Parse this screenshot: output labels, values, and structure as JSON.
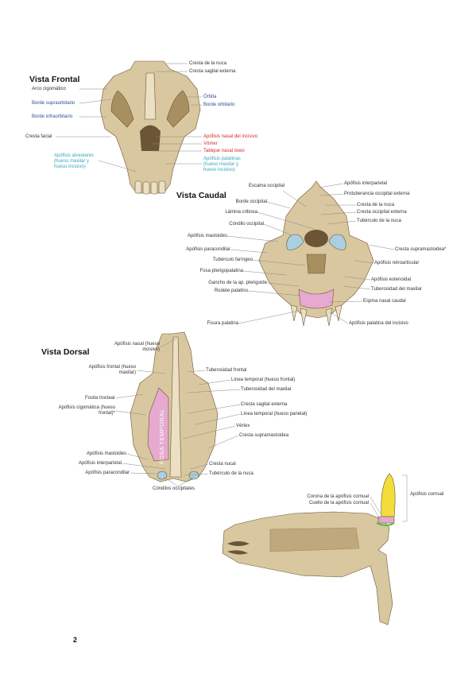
{
  "colors": {
    "bone": "#d9c7a0",
    "bone_dark": "#a88f60",
    "bone_light": "#ece0c4",
    "shadow": "#6b5536",
    "label_text": "#333333",
    "label_blue": "#2e4e9a",
    "label_red": "#d42a2a",
    "label_cyan": "#35a8b8",
    "fossa_pink": "#e6a9cf",
    "horn_yellow": "#f2dd3a",
    "condyle_blue": "#a9cfe0",
    "green_line": "#4cc23a",
    "leader": "#888888"
  },
  "page_number": "2",
  "frontal": {
    "title": "Vista Frontal",
    "labels": [
      {
        "id": "cresta-nuca",
        "text": "Cresta de la nuca",
        "color": "label_text"
      },
      {
        "id": "cresta-sagital",
        "text": "Cresta sagital externa",
        "color": "label_text"
      },
      {
        "id": "arco-cigomatico",
        "text": "Arco cigomático",
        "color": "label_text"
      },
      {
        "id": "borde-supraorbitario",
        "text": "Borde supraorbitario",
        "color": "label_blue"
      },
      {
        "id": "borde-infraorbitario",
        "text": "Borde infraorbitario",
        "color": "label_blue"
      },
      {
        "id": "cresta-facial",
        "text": "Cresta facial",
        "color": "label_text"
      },
      {
        "id": "apofisis-alveolares",
        "text": "Apófisis alveolares (hueso maxilar y hueso incisivo)",
        "color": "label_cyan"
      },
      {
        "id": "orbita",
        "text": "Órbita",
        "color": "label_blue"
      },
      {
        "id": "borde-orbitario",
        "text": "Borde orbitario",
        "color": "label_blue"
      },
      {
        "id": "apofisis-nasal-incisivo",
        "text": "Apófisis nasal del incisivo",
        "color": "label_red"
      },
      {
        "id": "vomer",
        "text": "Vómer",
        "color": "label_red"
      },
      {
        "id": "tabique-nasal",
        "text": "Tabique nasal óseo",
        "color": "label_red"
      },
      {
        "id": "apofisis-palatinas",
        "text": "Apófisis palatinas (hueso maxilar y hueso incisivo)",
        "color": "label_cyan"
      }
    ]
  },
  "caudal": {
    "title": "Vista Caudal",
    "labels": [
      {
        "id": "escama-occipital",
        "text": "Escama occipital"
      },
      {
        "id": "borde-occipital",
        "text": "Borde occipital"
      },
      {
        "id": "lamina-cribosa",
        "text": "Lámina cribosa"
      },
      {
        "id": "condilo-occipital",
        "text": "Cóndilo occipital"
      },
      {
        "id": "apofisis-mastoides",
        "text": "Apófisis mastoides"
      },
      {
        "id": "apofisis-paracondilar",
        "text": "Apófisis paracondilar"
      },
      {
        "id": "tuberculo-faringeo",
        "text": "Tubérculo faríngeo"
      },
      {
        "id": "fosa-pterigopalatina",
        "text": "Fosa pterigopalatina"
      },
      {
        "id": "gancho-pterigoide",
        "text": "Gancho de la ap. pterigoide"
      },
      {
        "id": "rodete-palatino",
        "text": "Rodete palatino"
      },
      {
        "id": "fisura-palatina",
        "text": "Fisura palatina"
      },
      {
        "id": "apofisis-interparietal",
        "text": "Apófisis interparietal"
      },
      {
        "id": "protuberancia-occipital",
        "text": "Protuberancia occipital externa"
      },
      {
        "id": "cresta-nuca-c",
        "text": "Cresta de la nuca"
      },
      {
        "id": "cresta-occipital",
        "text": "Cresta occipital externa"
      },
      {
        "id": "tuberculo-nuca",
        "text": "Tubérculo de la nuca"
      },
      {
        "id": "cresta-supramastoidea",
        "text": "Cresta supramastoidea*"
      },
      {
        "id": "apofisis-retroarticular",
        "text": "Apófisis retroarticular"
      },
      {
        "id": "apofisis-estenoidal",
        "text": "Apófisis estenoidal"
      },
      {
        "id": "tuberosidad-maxilar",
        "text": "Tuberosidad del maxilar"
      },
      {
        "id": "espina-nasal-caudal",
        "text": "Espina nasal caudal"
      },
      {
        "id": "apofisis-palatina-incisivo",
        "text": "Apófisis palatina del incisivo"
      }
    ]
  },
  "dorsal": {
    "title": "Vista Dorsal",
    "fossa_label": "FOSA TEMPORAL",
    "labels": [
      {
        "id": "apofisis-nasal",
        "text": "Apófisis nasal (hueso incisivo)"
      },
      {
        "id": "apofisis-frontal",
        "text": "Apófisis frontal (hueso maxilar)"
      },
      {
        "id": "fosita-troclear",
        "text": "Fosita troclear"
      },
      {
        "id": "apofisis-cigomatica",
        "text": "Apófisis cigomática (hueso frontal)*"
      },
      {
        "id": "apofisis-mastoides-d",
        "text": "Apófisis mastoides"
      },
      {
        "id": "apofisis-interparietal-d",
        "text": "Apófisis interparietal"
      },
      {
        "id": "apofisis-paracondilar-d",
        "text": "Apófisis paracondilar"
      },
      {
        "id": "condilos-occipitales",
        "text": "Cóndilos occipitales"
      },
      {
        "id": "tuberosidad-frontal",
        "text": "Tuberosidad frontal"
      },
      {
        "id": "linea-temporal-frontal",
        "text": "Línea temporal (hueso frontal)"
      },
      {
        "id": "tuberosidad-maxilar-d",
        "text": "Tuberosidad del maxilar"
      },
      {
        "id": "cresta-sagital-d",
        "text": "Cresta sagital externa"
      },
      {
        "id": "linea-temporal-parietal",
        "text": "Línea temporal (hueso parietal)"
      },
      {
        "id": "vertex",
        "text": "Vértex"
      },
      {
        "id": "cresta-supramastoidea-d",
        "text": "Cresta supramastoidea"
      },
      {
        "id": "cresta-nucal",
        "text": "Cresta nucal"
      },
      {
        "id": "tuberculo-nuca-d",
        "text": "Tubérculo de la nuca"
      }
    ]
  },
  "horn": {
    "labels": [
      {
        "id": "corona-apofisis",
        "text": "Corona de la apófisis cornual"
      },
      {
        "id": "cuello-apofisis",
        "text": "Cuello de la apófisis cornual"
      },
      {
        "id": "apofisis-cornual",
        "text": "Apófisis cornual"
      }
    ]
  }
}
